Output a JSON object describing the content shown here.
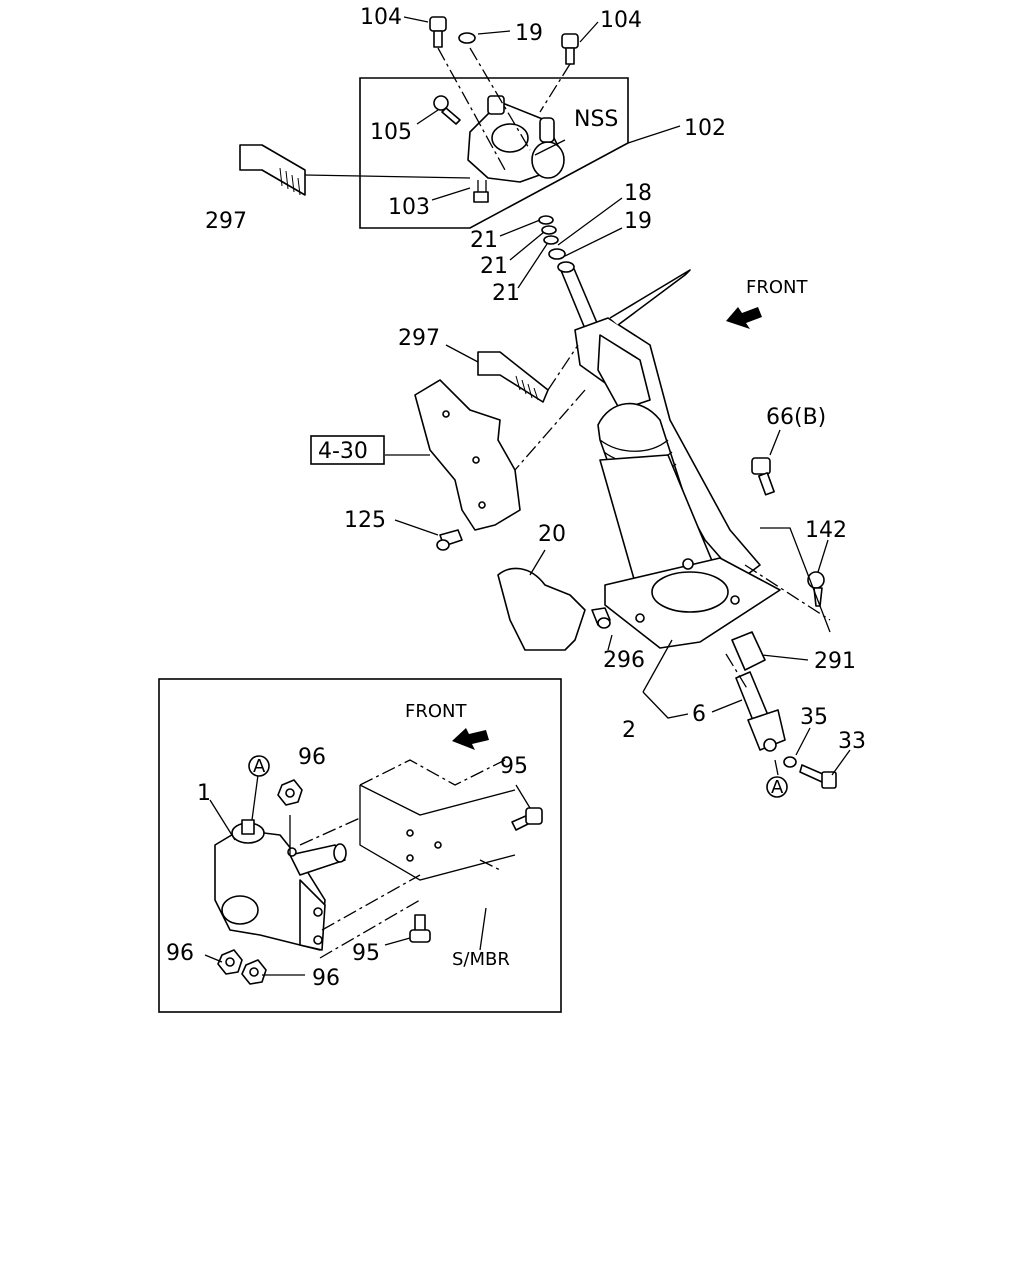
{
  "callouts": {
    "c104a": "104",
    "c19a": "19",
    "c104b": "104",
    "c105": "105",
    "nss": "NSS",
    "c102": "102",
    "c297a": "297",
    "c103": "103",
    "c18": "18",
    "c19b": "19",
    "c21a": "21",
    "c21b": "21",
    "c21c": "21",
    "front_top": "FRONT",
    "c297b": "297",
    "c66b": "66(B)",
    "c430": "4-30",
    "c125": "125",
    "c20": "20",
    "c142": "142",
    "c296": "296",
    "c291": "291",
    "c2": "2",
    "c6": "6",
    "c35": "35",
    "c33": "33",
    "circle_a_bottom": "A"
  },
  "inset": {
    "front": "FRONT",
    "c96a": "96",
    "c95a": "95",
    "c1": "1",
    "circle_a": "A",
    "c96b": "96",
    "c96c": "96",
    "c95b": "95",
    "smbr": "S/MBR"
  }
}
